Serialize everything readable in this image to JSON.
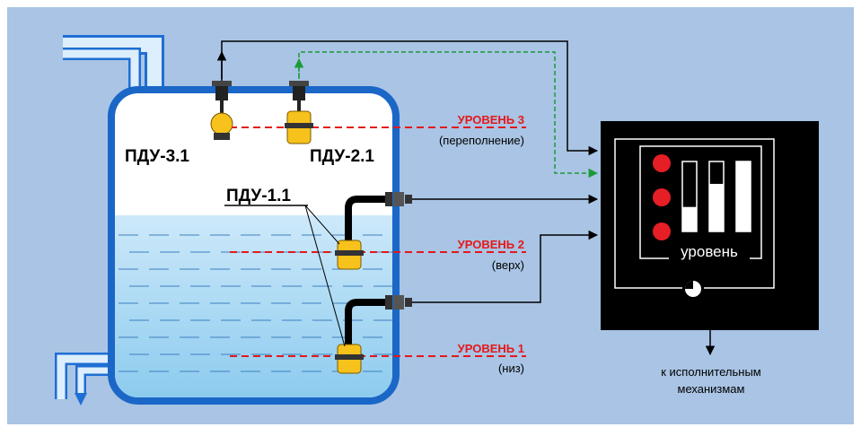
{
  "sensors": {
    "pdu31": "ПДУ-3.1",
    "pdu21": "ПДУ-2.1",
    "pdu11": "ПДУ-1.1"
  },
  "levels": [
    {
      "title": "УРОВЕНЬ 3",
      "sub": "(переполнение)"
    },
    {
      "title": "УРОВЕНЬ 2",
      "sub": "(верх)"
    },
    {
      "title": "УРОВЕНЬ 1",
      "sub": "(низ)"
    }
  ],
  "controller": {
    "display_label": "уровень",
    "bar_fill_levels": [
      0.35,
      0.68,
      1.0
    ],
    "indicator_count": 3
  },
  "output_note": {
    "line1": "к исполнительным",
    "line2": "механизмам"
  },
  "colors": {
    "background": "#a9c4e4",
    "pipe": "#ddeefc",
    "pipe_outline": "#1f6ed4",
    "tank_outline": "#1a67c7",
    "tank_air": "#ffffff",
    "water": "#a4d6f3",
    "float_yellow": "#f7c21b",
    "level_line": "#e4181b",
    "controller": "#000000",
    "indicator_red": "#e61e25",
    "signal_green": "#1c9a3a"
  }
}
